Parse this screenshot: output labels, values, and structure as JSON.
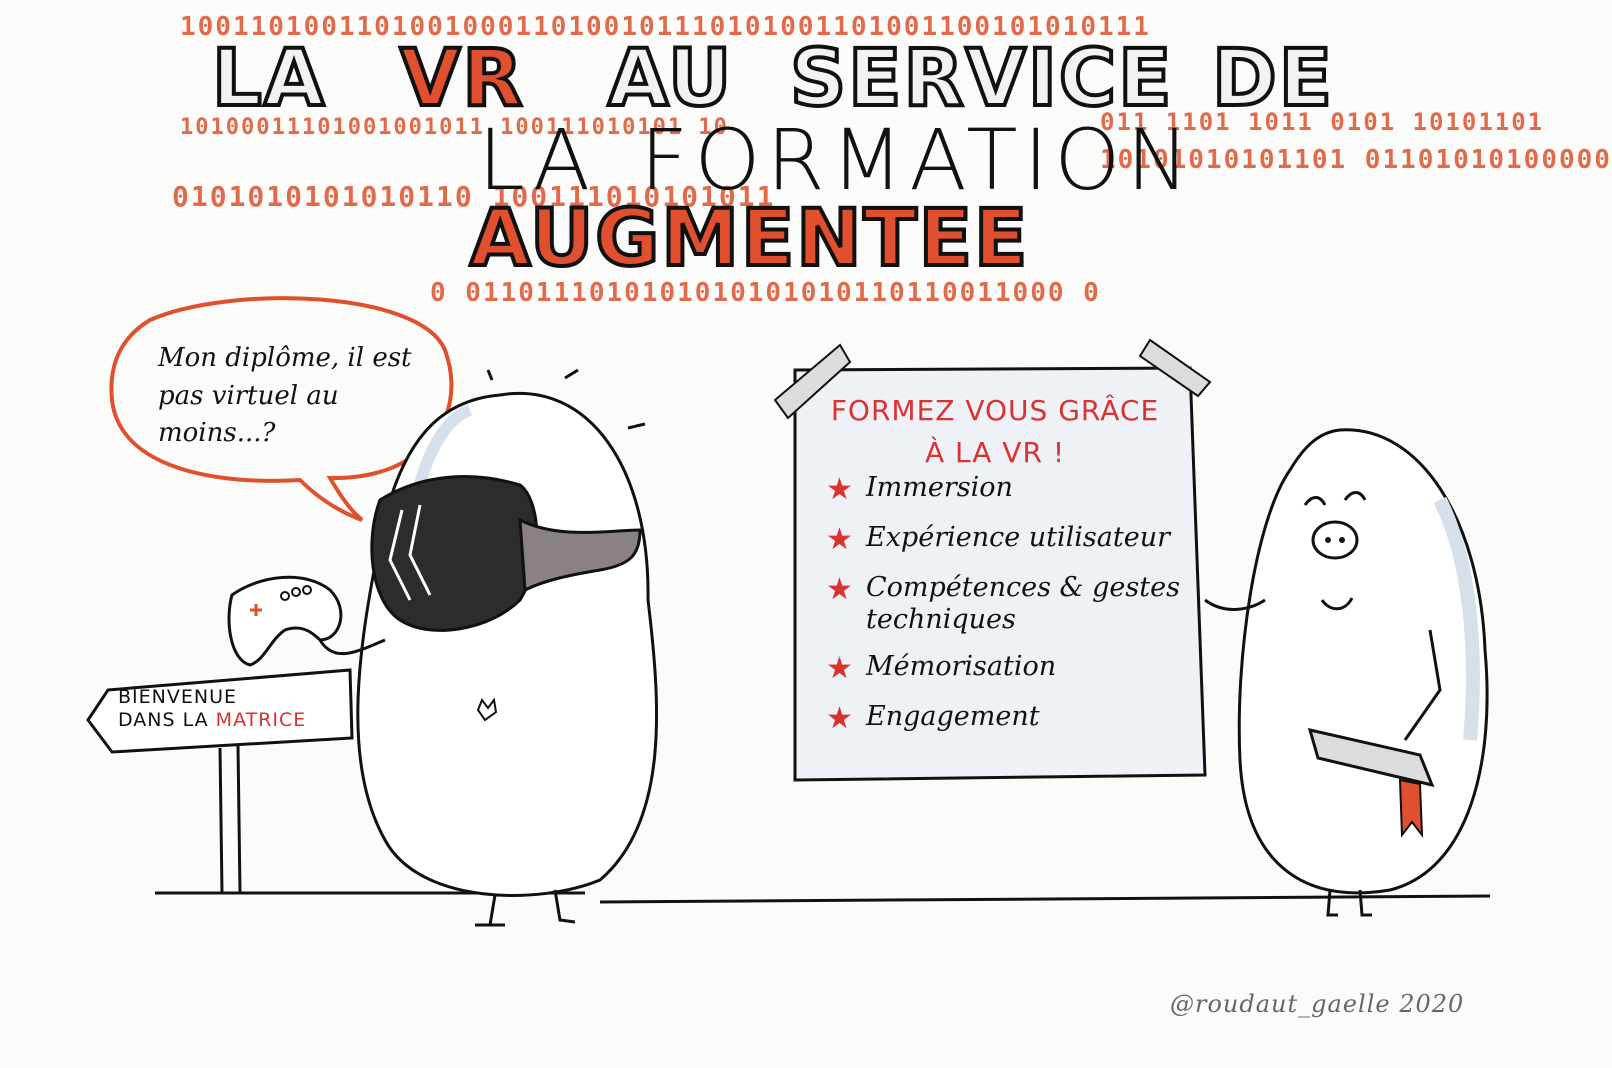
{
  "title": {
    "line1": [
      "LA",
      "VR",
      "AU",
      "SERVICE",
      "DE"
    ],
    "line2": [
      "LA",
      "FORMATION"
    ],
    "line3": "AUGMENTEE"
  },
  "binary_rows": [
    "1001101001101001000110100101110101001101001100101010111",
    "011 1101 1011 0101 10101101",
    "10100011101001001011 100111010101 10",
    "10101010101101 01101010100000",
    "0101010101010110 100111010101011",
    "0 0110111010101010101010110110011000 0"
  ],
  "speech_bubble": {
    "text": "Mon diplôme, il est pas virtuel au moins...?"
  },
  "sign": {
    "line1": "BIENVENUE",
    "line2_prefix": "DANS LA ",
    "line2_highlight": "MATRICE"
  },
  "board": {
    "title_line1": "FORMEZ VOUS GRÂCE",
    "title_line2": "À LA VR !",
    "items": [
      "Immersion",
      "Expérience utilisateur",
      "Compétences & gestes techniques",
      "Mémorisation",
      "Engagement"
    ]
  },
  "credit": "@roudaut_gaelle  2020",
  "colors": {
    "accent_orange": "#e0502e",
    "accent_red": "#d9322f",
    "ink": "#111111",
    "figure_fill": "#ffffff",
    "figure_shadow": "#d6e0ea"
  }
}
